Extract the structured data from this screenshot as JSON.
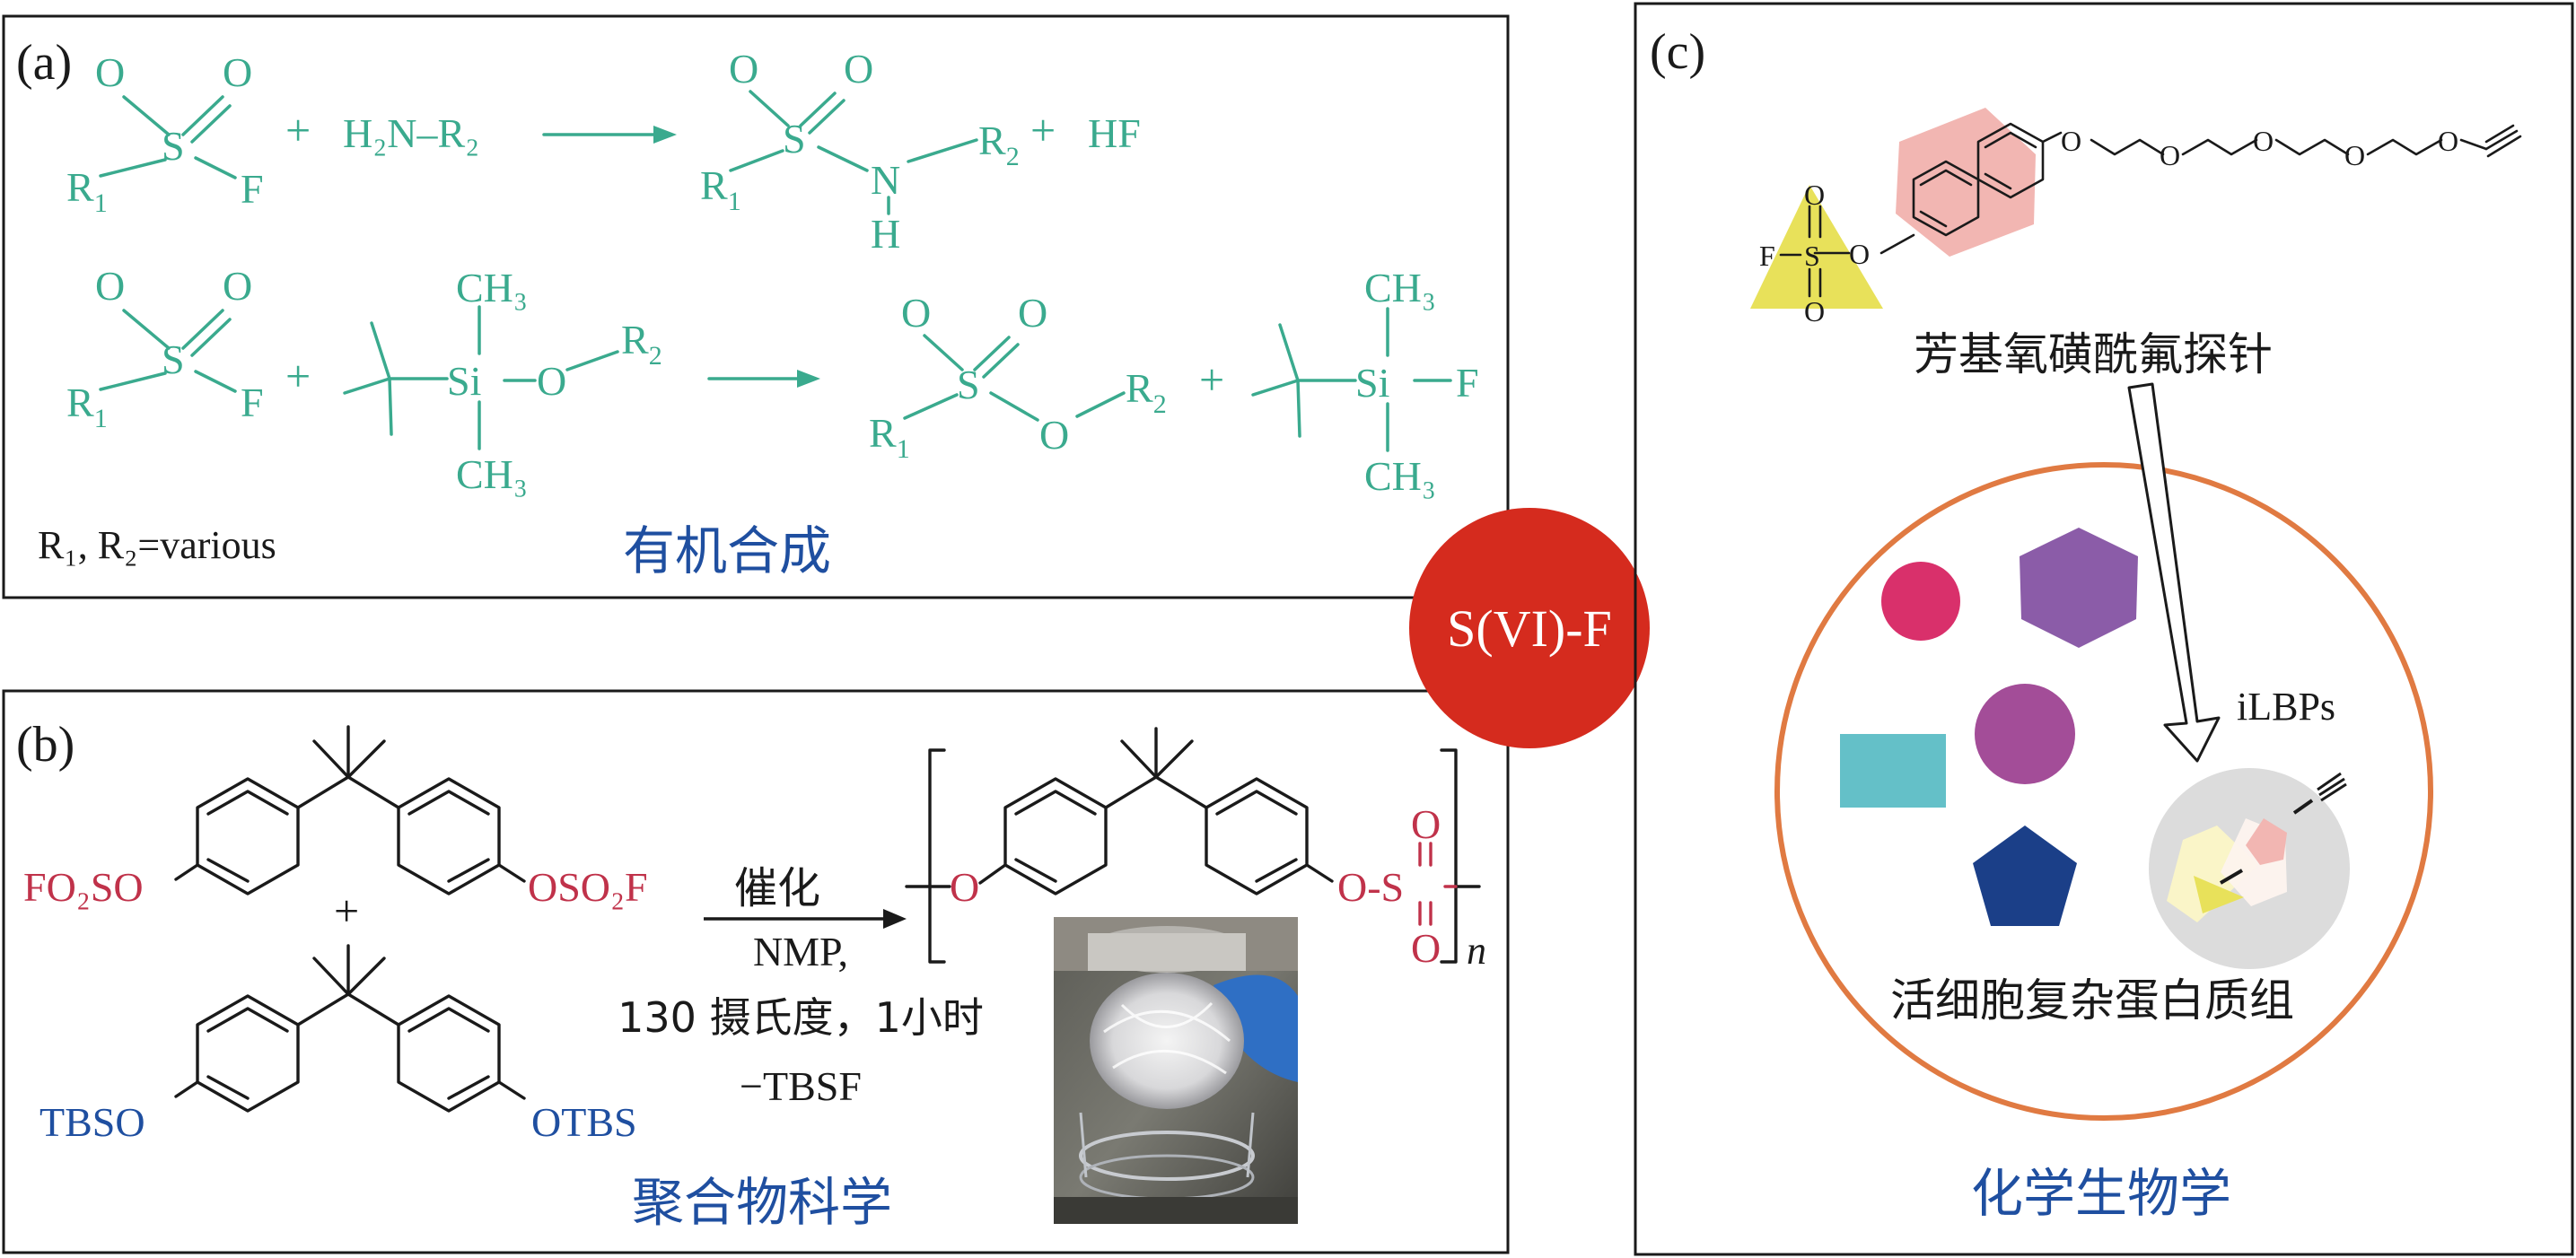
{
  "colors": {
    "chem_teal": "#3aaa8e",
    "polymer_red": "#c0324a",
    "caption_blue": "#1f4fa0",
    "badge_red": "#d52b1e",
    "ring_orange": "#e07a42",
    "sulfonyl_yellow": "#e8e15a",
    "biphenyl_pink": "#f2b6b2",
    "protein_pink": "#d9306b",
    "protein_violet": "#8b5ca8",
    "protein_magenta": "#a34d98",
    "protein_cyan": "#64c0c8",
    "protein_navy": "#1b3f88"
  },
  "panel_a": {
    "label": "(a)",
    "sulfonyl_fluoride": {
      "O1": "O",
      "O2": "O",
      "S": "S",
      "R1": "R",
      "R1_sub": "1",
      "F": "F"
    },
    "amine": "H₂N–R₂",
    "sulfonamide": {
      "O1": "O",
      "O2": "O",
      "S": "S",
      "R1": "R",
      "R1_sub": "1",
      "N": "N",
      "H": "H",
      "R2": "R",
      "R2_sub": "2"
    },
    "byproduct": "HF",
    "plus": "+",
    "silyl_ether": {
      "CH3_top": "CH₃",
      "CH3_bottom": "CH₃",
      "Si": "Si",
      "O": "O",
      "R2": "R",
      "R2_sub": "2"
    },
    "sulfonate": {
      "O1": "O",
      "O2": "O",
      "S": "S",
      "R1": "R",
      "R1_sub": "1",
      "O": "O",
      "R2": "R",
      "R2_sub": "2"
    },
    "silyl_fluoride": {
      "CH3_top": "CH₃",
      "CH3_bottom": "CH₃",
      "Si": "Si",
      "F": "F"
    },
    "note": "R₁, R₂=various",
    "caption": "有机合成"
  },
  "panel_b": {
    "label": "(b)",
    "monomer_1_left": "FO₂SO",
    "monomer_1_right": "OSO₂F",
    "plus": "+",
    "monomer_2_left": "TBSO",
    "monomer_2_right": "OTBS",
    "catalyst": "催化",
    "condition_1": "NMP,",
    "condition_2": "130 摄氏度，1小时",
    "condition_3": "−TBSF",
    "product_O": "O",
    "product_OS": "O-S",
    "product_SO_top": "O",
    "product_SO_bottom": "O",
    "repeat_n": "n",
    "caption": "聚合物科学"
  },
  "center_badge": "S(VI)-F",
  "panel_c": {
    "label": "(c)",
    "probe_name": "芳基氧磺酰氟探针",
    "probe_O": "O",
    "probe_F": "F",
    "probe_S": "S",
    "ilbp_label": "iLBPs",
    "proteome": "活细胞复杂蛋白质组",
    "caption": "化学生物学"
  }
}
